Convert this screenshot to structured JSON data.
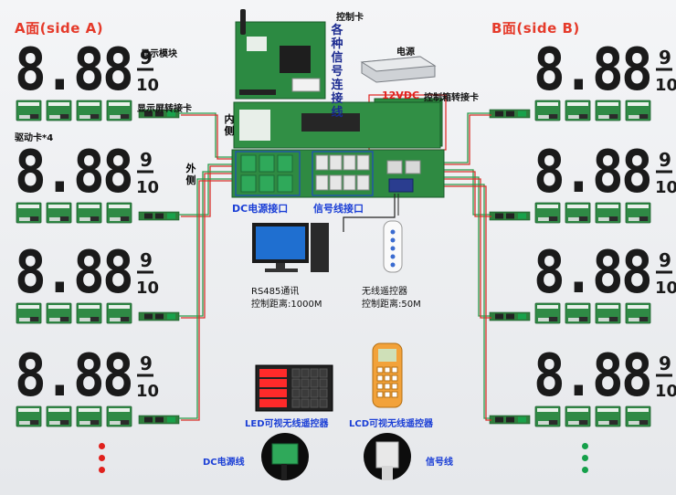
{
  "side_a": {
    "title": "A面(side  A)",
    "color": "#e53a2a"
  },
  "side_b": {
    "title": "B面(side  B)",
    "color": "#e53a2a"
  },
  "display_digits": "8.88",
  "fraction": {
    "top": "9",
    "bottom": "10"
  },
  "labels": {
    "display_module": "显示模块",
    "display_adapter": "显示屏转接卡",
    "driver_card": "驱动卡*4",
    "control_card": "控制卡",
    "signal_vertical": "各种信号连接线",
    "power_supply": "电源",
    "v12": "12VDC",
    "control_box_adapter": "控制箱转接卡",
    "inner_side": "内侧",
    "outer_side": "外侧",
    "dc_power_port": "DC电源接口",
    "signal_port": "信号线接口",
    "rs485_line1": "RS485通讯",
    "rs485_line2": "控制距离:1000M",
    "wireless_line1": "无线遥控器",
    "wireless_line2": "控制距离:50M",
    "led_remote": "LED可视无线遥控器",
    "lcd_remote": "LCD可视无线遥控器",
    "dc_power_line": "DC电源线",
    "signal_line": "信号线"
  },
  "led_remote_readouts": [
    "888",
    "888",
    "888",
    "888"
  ],
  "colors": {
    "digit": "#1a1a1a",
    "pcb_green": "#2f8a45",
    "wire_red": "#d8302a",
    "wire_green": "#2a9a4a",
    "accent_blue": "#1b3fd6",
    "title_red": "#e53a2a"
  }
}
